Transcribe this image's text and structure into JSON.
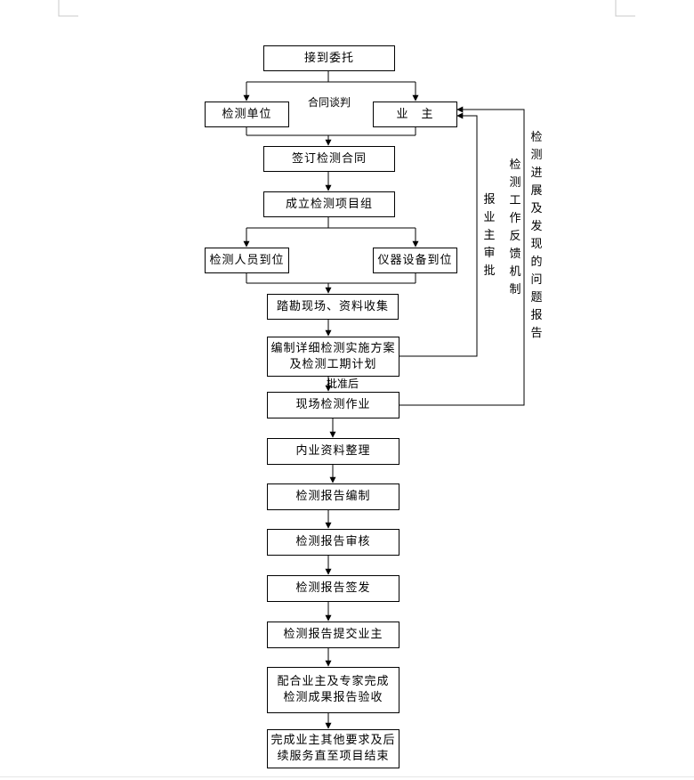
{
  "nodes": {
    "receive": "接到委托",
    "testing_unit": "检测单位",
    "owner": "业　主",
    "contract_negotiation": "合同谈判",
    "sign_contract": "签订检测合同",
    "project_team": "成立检测项目组",
    "personnel": "检测人员到位",
    "equipment": "仪器设备到位",
    "survey": "踏勘现场、资料收集",
    "plan_line1": "编制详细检测实施方案",
    "plan_line2": "及检测工期计划",
    "after_approval": "批准后",
    "field_work": "现场检测作业",
    "data_processing": "内业资料整理",
    "report_compile": "检测报告编制",
    "report_review": "检测报告审核",
    "report_sign": "检测报告签发",
    "report_submit": "检测报告提交业主",
    "acceptance_line1": "配合业主及专家完成",
    "acceptance_line2": "检测成果报告验收",
    "followup_line1": "完成业主其他要求及后",
    "followup_line2": "续服务直至项目结束"
  },
  "side_labels": {
    "owner_approval": "报业主审批",
    "feedback": "检测工作反馈机制",
    "progress_report": "检测进展及发现的问题报告"
  }
}
